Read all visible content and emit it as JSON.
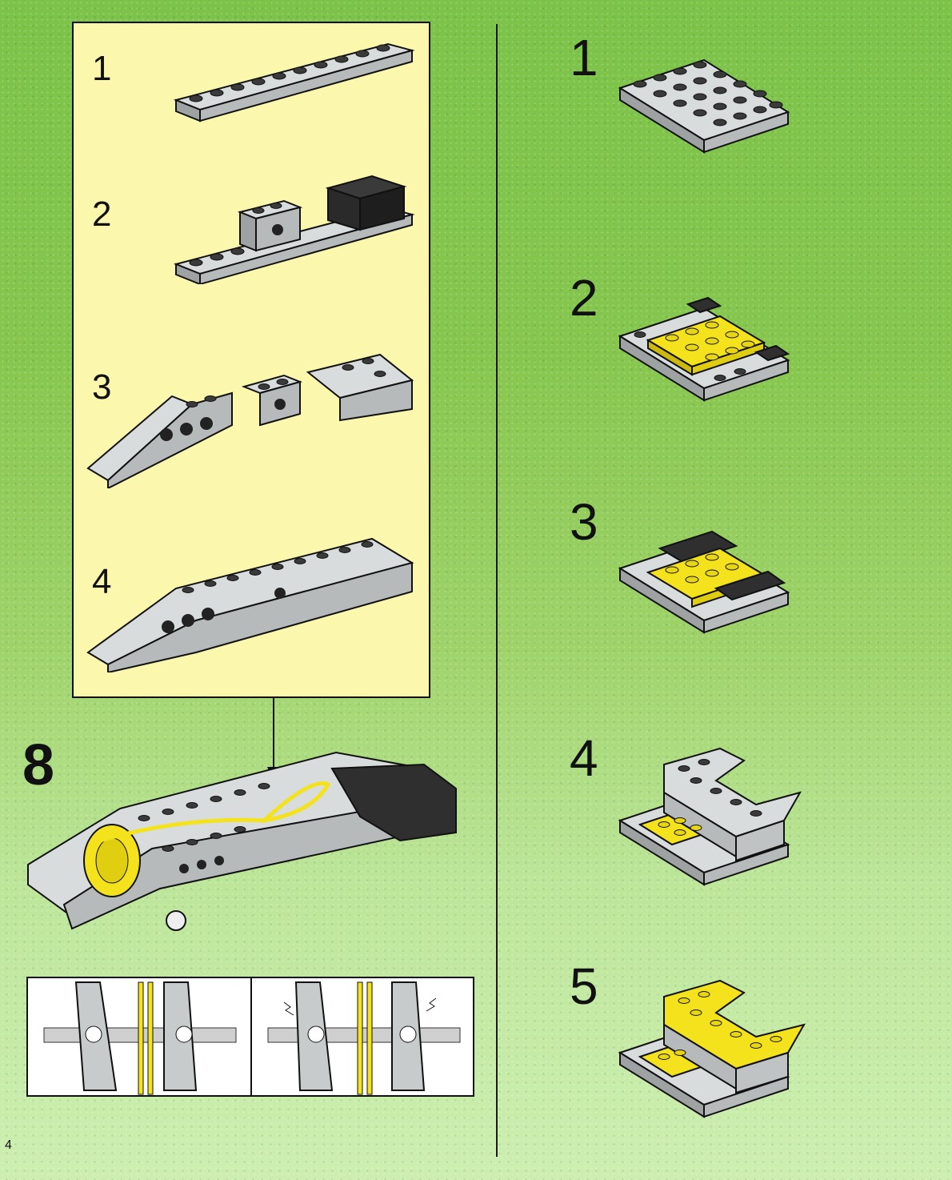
{
  "page": {
    "number": "4"
  },
  "left_column": {
    "sub_steps": [
      {
        "label": "1"
      },
      {
        "label": "2"
      },
      {
        "label": "3"
      },
      {
        "label": "4"
      }
    ],
    "main_step": {
      "label": "8"
    }
  },
  "right_column": {
    "steps": [
      {
        "label": "1"
      },
      {
        "label": "2"
      },
      {
        "label": "3"
      },
      {
        "label": "4"
      },
      {
        "label": "5"
      }
    ]
  },
  "colors": {
    "brick_gray": "#c8cbcc",
    "brick_dark": "#2b2b2b",
    "brick_yellow": "#f3e21c",
    "panel_bg": "#fbf7ad"
  }
}
